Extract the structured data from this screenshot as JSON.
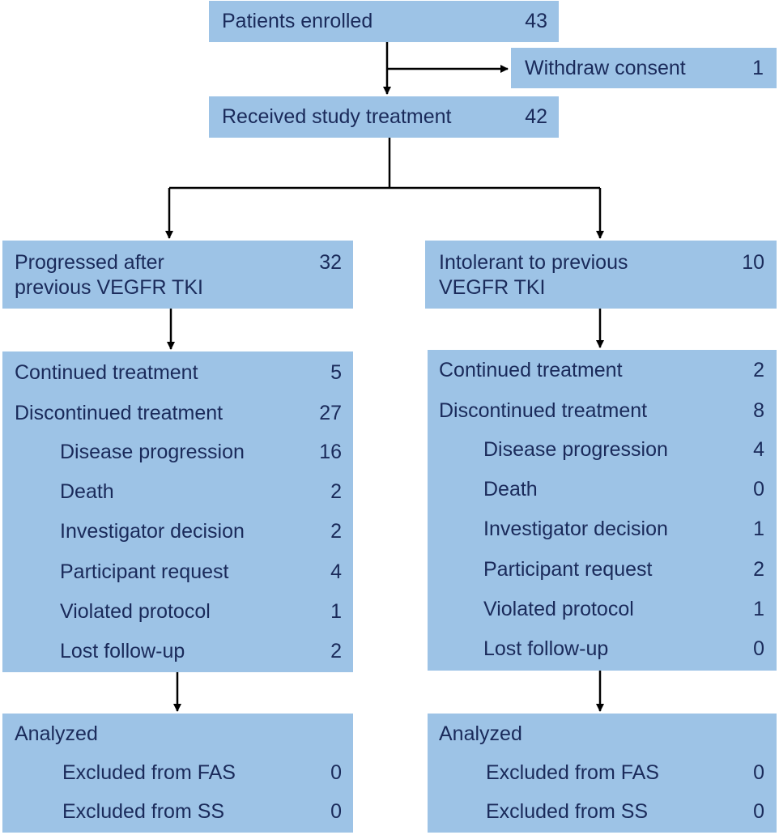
{
  "enrolled": {
    "label": "Patients enrolled",
    "count": "43"
  },
  "withdraw": {
    "label": "Withdraw consent",
    "count": "1"
  },
  "received": {
    "label": "Received study treatment",
    "count": "42"
  },
  "left": {
    "group": {
      "label_line1": "Progressed after",
      "label_line2": "previous VEGFR TKI",
      "count": "32"
    },
    "status": {
      "continued": {
        "label": "Continued treatment",
        "count": "5"
      },
      "discontinued": {
        "label": "Discontinued treatment",
        "count": "27"
      },
      "reasons": [
        {
          "label": "Disease progression",
          "count": "16"
        },
        {
          "label": "Death",
          "count": "2"
        },
        {
          "label": "Investigator decision",
          "count": "2"
        },
        {
          "label": "Participant request",
          "count": "4"
        },
        {
          "label": "Violated protocol",
          "count": "1"
        },
        {
          "label": "Lost follow-up",
          "count": "2"
        }
      ]
    },
    "analyzed": {
      "label": "Analyzed",
      "fas": {
        "label": "Excluded from FAS",
        "count": "0"
      },
      "ss": {
        "label": "Excluded from SS",
        "count": "0"
      }
    }
  },
  "right": {
    "group": {
      "label_line1": "Intolerant to previous",
      "label_line2": "VEGFR TKI",
      "count": "10"
    },
    "status": {
      "continued": {
        "label": "Continued treatment",
        "count": "2"
      },
      "discontinued": {
        "label": "Discontinued treatment",
        "count": "8"
      },
      "reasons": [
        {
          "label": "Disease progression",
          "count": "4"
        },
        {
          "label": "Death",
          "count": "0"
        },
        {
          "label": "Investigator decision",
          "count": "1"
        },
        {
          "label": "Participant request",
          "count": "2"
        },
        {
          "label": "Violated protocol",
          "count": "1"
        },
        {
          "label": "Lost follow-up",
          "count": "0"
        }
      ]
    },
    "analyzed": {
      "label": "Analyzed",
      "fas": {
        "label": "Excluded from FAS",
        "count": "0"
      },
      "ss": {
        "label": "Excluded from SS",
        "count": "0"
      }
    }
  },
  "colors": {
    "box_fill": "#9dc3e6",
    "text": "#1a2a5a",
    "connector": "#000000"
  }
}
